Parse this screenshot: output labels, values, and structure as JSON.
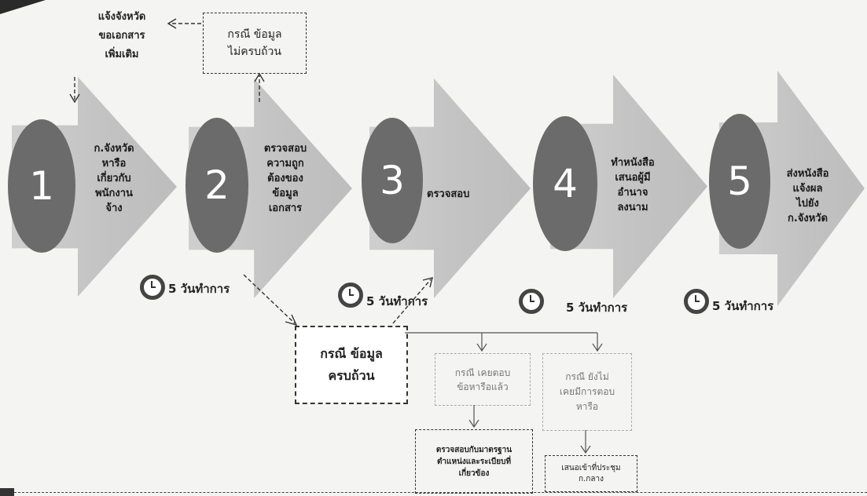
{
  "steps": [
    {
      "number": "1",
      "text": "ก.จังหวัด\nหารือ\nเกี่ยวกับ\nพนักงาน\nจ้าง"
    },
    {
      "number": "2",
      "text": "ตรวจสอบ\nความถูก\nต้องของ\nข้อมูล\nเอกสาร"
    },
    {
      "number": "3",
      "text": "ตรวจสอบ"
    },
    {
      "number": "4",
      "text": "ทำหนังสือ\nเสนอผู้มี\nอำนาจ\nลงนาม"
    },
    {
      "number": "5",
      "text": "ส่งหนังสือ\nแจ้งผล\nไปยัง\nก.จังหวัด"
    }
  ],
  "durations": {
    "d2": "5 วันทำการ",
    "d3": "5 วันทำการ",
    "d4": "5 วันทำการ",
    "d5": "5 วันทำการ"
  },
  "notify_province": "แจ้งจังหวัด\nขอเอกสาร\nเพิ่มเติม",
  "case_incomplete": "กรณี ข้อมูล\nไม่ครบถ้วน",
  "case_complete": "กรณี ข้อมูล\nครบถ้วน",
  "case_answered": "กรณี เคยตอบ\nข้อหารือแล้ว",
  "case_not_answered": "กรณี ยังไม่\nเคยมีการตอบ\nหารือ",
  "check_standard": "ตรวจสอบกับมาตรฐาน\nตำแหน่งและระเบียบที่\nเกี่ยวข้อง",
  "submit_meeting": "เสนอเข้าที่ประชุม\nก.กลาง"
}
